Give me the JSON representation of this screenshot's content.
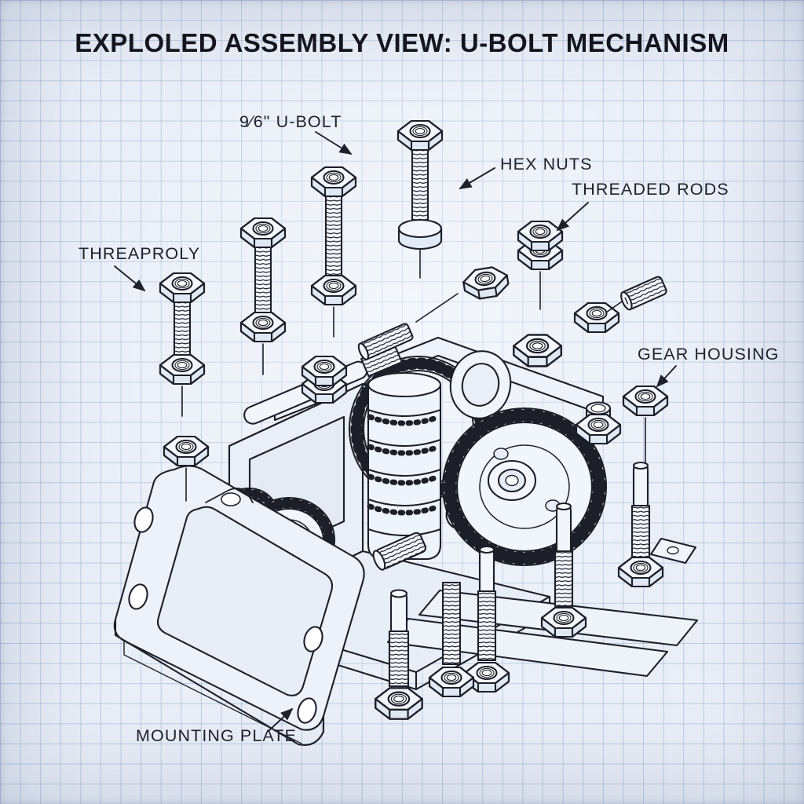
{
  "title": "EXPLOLED ASSEMBLY VIEW: U-BOLT MECHANISM",
  "labels": {
    "u_bolt": "9⁄6\" U-BOLT",
    "hex_nuts": "HEX NUTS",
    "threaded_rods": "THREADED RODS",
    "threaproly": "THREAPROLY",
    "gear_housing": "GEAR HOUSING",
    "mounting_plate": "MOUNTING PLATE"
  },
  "diagram": {
    "kind": "exploded-assembly-blueprint",
    "parts": [
      "mounting-plate",
      "gear-housing",
      "big-spur-gear",
      "left-spur-gear",
      "small-spur-gear",
      "crown-ring-gear",
      "helical-gear",
      "o-ring-washer",
      "stud-with-hex-nuts",
      "hex-nut",
      "nylock-nut",
      "threaded-rod",
      "set-screw",
      "hex-head-bolt",
      "dowel-pin"
    ]
  },
  "colors": {
    "paper": "#e9eef7",
    "grid": "#b9c9e2",
    "ink": "#1c1f28",
    "metal": "#f3f7fc",
    "shade": "#dfe8f3"
  }
}
